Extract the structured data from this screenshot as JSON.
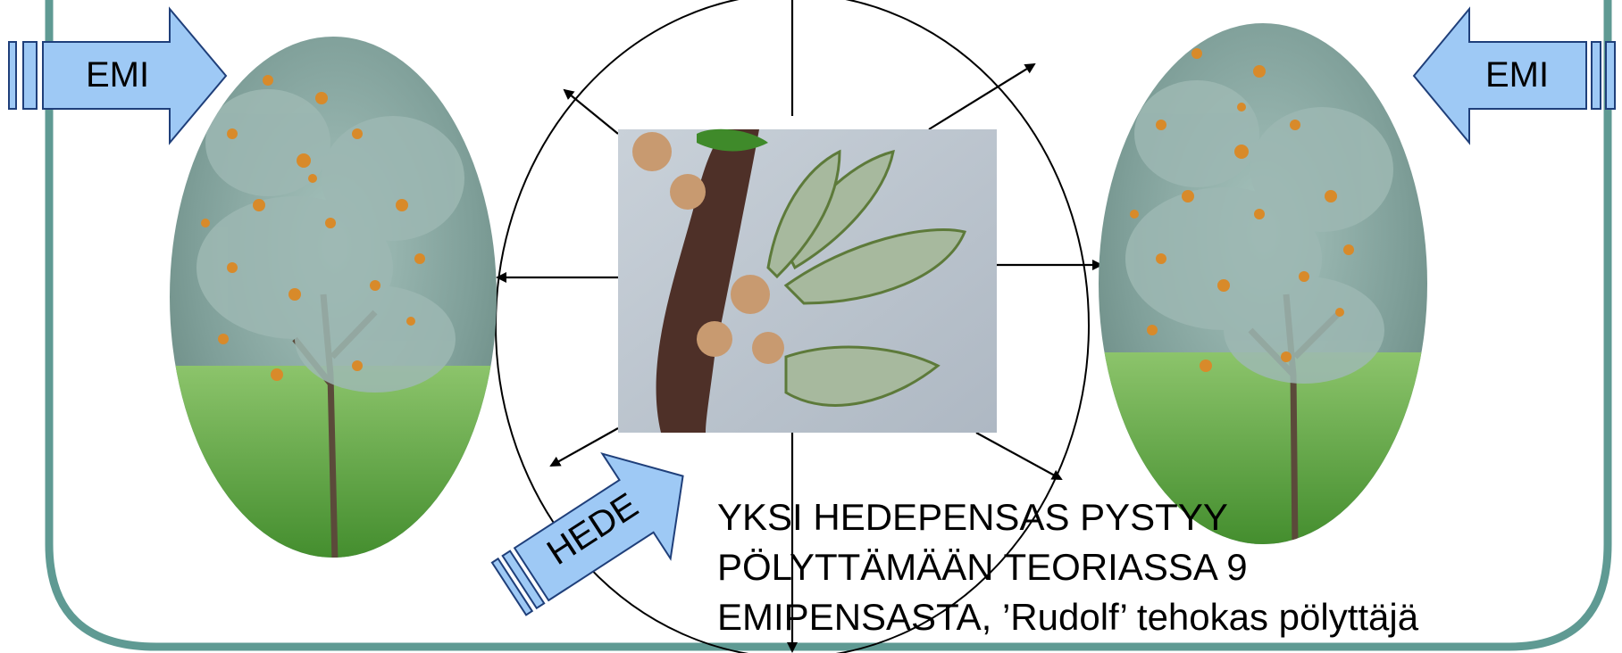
{
  "arrows": {
    "left_label": "EMI",
    "right_label": "EMI",
    "bottom_label": "HEDE"
  },
  "caption": {
    "line1": "YKSI HEDEPENSAS PYSTYY",
    "line2": "PÖLYTTÄMÄÄN TEORIASSA 9",
    "line3": "EMIPENSASTA, ’Rudolf’ tehokas pölyttäjä"
  },
  "colors": {
    "frame": "#5f9a93",
    "arrow_fill": "#9ec9f5",
    "arrow_stroke": "#1f3f7a",
    "foliage": "#8aa9a4",
    "berries": "#d88a2a",
    "grass": "#5fae3c"
  },
  "icons": {
    "left_tree": "sea-buckthorn-female-bush-photo",
    "right_tree": "sea-buckthorn-female-bush-photo",
    "center": "male-flower-closeup-photo"
  }
}
